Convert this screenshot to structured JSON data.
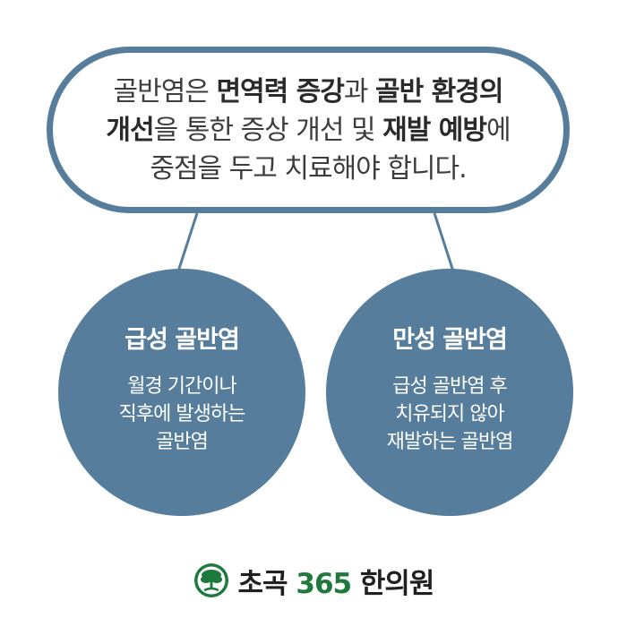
{
  "bubble": {
    "parts": [
      {
        "text": "골반염은 ",
        "bold": false
      },
      {
        "text": "면역력 증강",
        "bold": true
      },
      {
        "text": "과 ",
        "bold": false
      },
      {
        "text": "골반 환경의",
        "bold": true
      },
      {
        "br": true
      },
      {
        "text": "개선",
        "bold": true
      },
      {
        "text": "을 통한 증상 개선 및 ",
        "bold": false
      },
      {
        "text": "재발 예방",
        "bold": true
      },
      {
        "text": "에",
        "bold": false
      },
      {
        "br": true
      },
      {
        "text": "중점을 두고 치료해야 합니다.",
        "bold": false
      }
    ]
  },
  "circles": [
    {
      "title": "급성 골반염",
      "lines": [
        "월경 기간이나",
        "직후에 발생하는",
        "골반염"
      ]
    },
    {
      "title": "만성 골반염",
      "lines": [
        "급성 골반염 후",
        "치유되지 않아",
        "재발하는 골반염"
      ]
    }
  ],
  "footer": {
    "name_prefix": "초곡 ",
    "number": "365",
    "name_suffix": " 한의원"
  },
  "colors": {
    "accent": "#567e9c",
    "brand_green": "#1d7a3c"
  }
}
